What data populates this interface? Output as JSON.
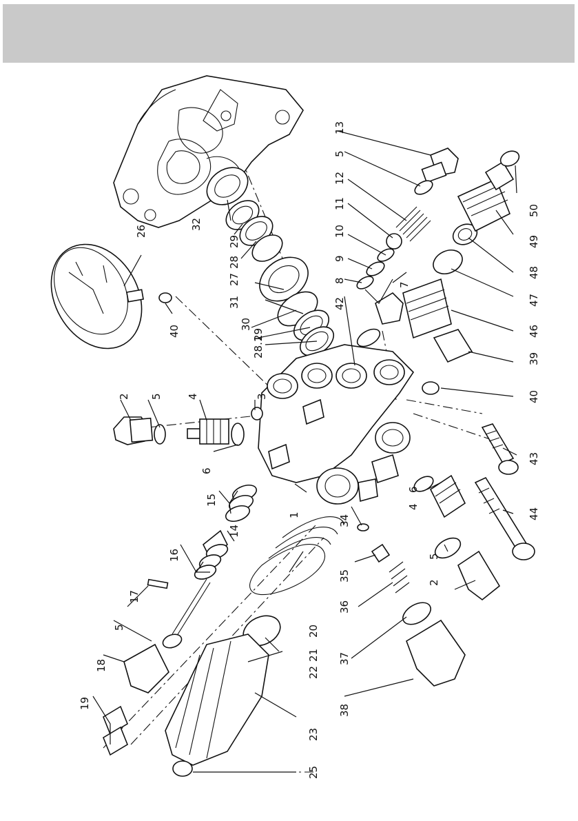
{
  "header": {
    "color": "#c9c9c9"
  },
  "labels": {
    "l1": "1",
    "l2a": "2",
    "l2b": "2",
    "l3": "3",
    "l4a": "4",
    "l4b": "4",
    "l5a": "5",
    "l5b": "5",
    "l5c": "5",
    "l5d": "5",
    "l6a": "6",
    "l6b": "6",
    "l7": "7",
    "l8": "8",
    "l9": "9",
    "l10": "10",
    "l11": "11",
    "l12": "12",
    "l13": "13",
    "l14": "14",
    "l15": "15",
    "l16": "16",
    "l17": "17",
    "l18": "18",
    "l19": "19",
    "l20": "20",
    "l21": "21",
    "l22": "22",
    "l23": "23",
    "l25": "25",
    "l26": "26",
    "l27": "27",
    "l28": "28",
    "l28_1": "28.1",
    "l29a": "29",
    "l29b": "29",
    "l30": "30",
    "l31": "31",
    "l32": "32",
    "l34": "34",
    "l35": "35",
    "l36": "36",
    "l37": "37",
    "l38": "38",
    "l39": "39",
    "l40a": "40",
    "l40b": "40",
    "l42": "42",
    "l43": "43",
    "l44": "44",
    "l46": "46",
    "l47": "47",
    "l48": "48",
    "l49": "49",
    "l50": "50"
  }
}
